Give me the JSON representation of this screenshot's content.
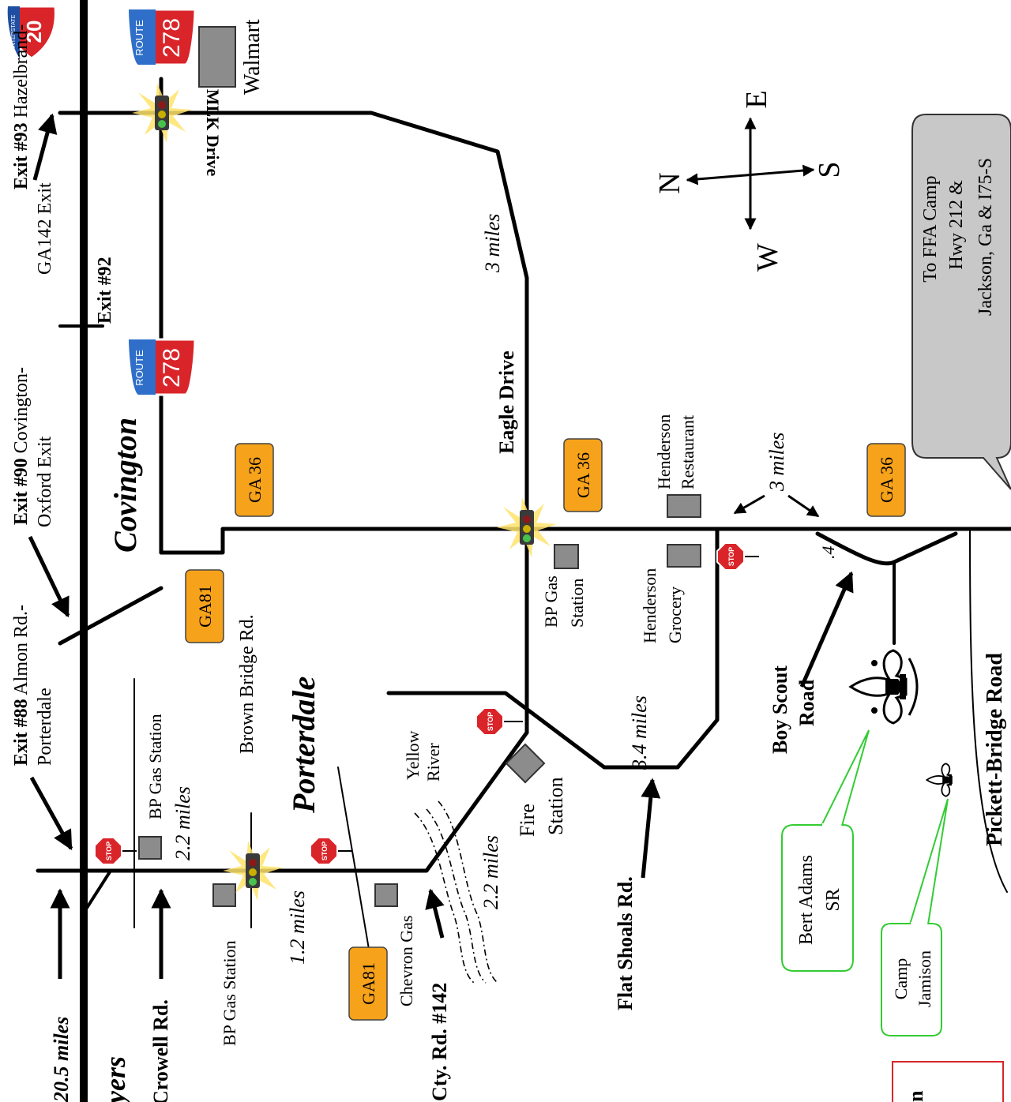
{
  "colors": {
    "road": "#000000",
    "badge_fill": "#f7a21b",
    "building": "#8c8c8c",
    "callout_green": "#33cc33",
    "interstate_red": "#d9252a",
    "route_blue": "#2f6fc9",
    "sign_gray": "#c8c8c8"
  },
  "compass": {
    "north": "N",
    "south": "S",
    "east": "E",
    "west": "W"
  },
  "exits": {
    "exit93": {
      "number": "Exit #93",
      "name1": " Hazelbrand-",
      "name2": "GA142 Exit"
    },
    "exit92": {
      "label": "Exit #92"
    },
    "exit90": {
      "number": "Exit #90",
      "name1": " Covington-",
      "name2": "Oxford Exit"
    },
    "exit88": {
      "number": "Exit #88",
      "name1": " Almon Rd.-",
      "name2": "Porterdale"
    }
  },
  "shields": {
    "interstate": {
      "top": "INTERSTATE",
      "number": "20"
    },
    "route_north": {
      "top": "ROUTE",
      "number": "278"
    },
    "route_south": {
      "top": "ROUTE",
      "number": "278"
    }
  },
  "badges": {
    "ga36": "GA 36",
    "ga81": "GA81"
  },
  "towns": {
    "covington": "Covington",
    "porterdale": "Porterdale",
    "conyers_partial": "Conyers"
  },
  "roads": {
    "mlk": "MLK Drive",
    "eagle": "Eagle Drive",
    "brown_bridge": "Brown Bridge Rd.",
    "crowell": "Crowell Rd.",
    "cty142": "Cty. Rd. #142",
    "flat_shoals": "Flat Shoals Rd.",
    "boy_scout_1": "Boy Scout",
    "boy_scout_2": "Road",
    "pickett": "Pickett-Bridge Road",
    "yellow_river_1": "Yellow",
    "yellow_river_2": "River"
  },
  "distances": {
    "mlk_3": "3 miles",
    "ga36_3": "3 miles",
    "porter_2_2": "2.2 miles",
    "cty_2_2": "2.2 miles",
    "flat_3_4": "3.4 miles",
    "gas_1_2": "1.2 miles",
    "i20_20_5": "20.5 miles",
    "boy_0_4": ".4"
  },
  "places": {
    "walmart": "Walmart",
    "bp_upper_1": "BP Gas",
    "bp_upper_2": "Station",
    "henderson_rest_1": "Henderson",
    "henderson_rest_2": "Restaurant",
    "henderson_groc_1": "Henderson",
    "henderson_groc_2": "Grocery",
    "bp_left": "BP Gas Station",
    "bp_lower": "BP Gas Station",
    "chevron": "Chevron Gas",
    "fire_1": "Fire",
    "fire_2": "Station"
  },
  "callouts": {
    "ffa_1": "To FFA Camp",
    "ffa_2": "Hwy 212 &",
    "ffa_3": "Jackson, Ga & I75-S",
    "bert_1": "Bert Adams",
    "bert_2": "SR",
    "camp_1": "Camp",
    "camp_2": "Jamison"
  },
  "signs": {
    "stop": "STOP"
  },
  "partial_box_letter": "n"
}
